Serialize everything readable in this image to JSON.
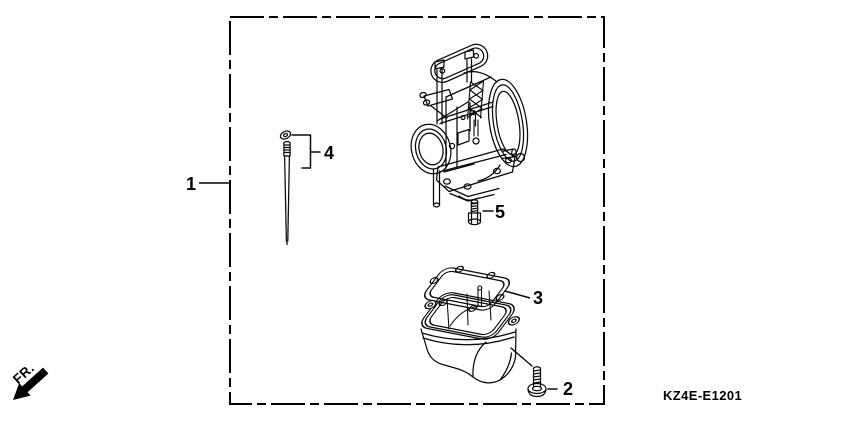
{
  "diagram": {
    "drawing_code": "KZ4E-E1201",
    "front_marker": "FR.",
    "callouts": {
      "kit_box": "1",
      "bowl_screw": "2",
      "bowl_gasket": "3",
      "jet_needle": "4",
      "main_jet": "5"
    },
    "colors": {
      "line": "#000000",
      "background": "#ffffff"
    }
  }
}
